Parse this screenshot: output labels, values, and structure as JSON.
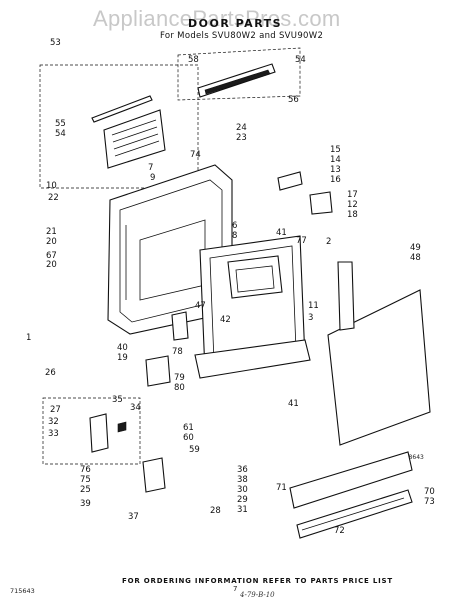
{
  "watermark": "AppliancePartsPros.com",
  "header": {
    "title": "DOOR PARTS",
    "subtitle": "For Models SVU80W2 and SVU90W2"
  },
  "diagram_code": "DW8643",
  "footer": {
    "instruction": "FOR ORDERING INFORMATION REFER TO PARTS PRICE LIST",
    "left_code": "715643",
    "page_number": "7",
    "handwritten": "4-79-B-10"
  },
  "callouts": [
    "53",
    "58",
    "54",
    "56",
    "55",
    "54",
    "24",
    "23",
    "74",
    "7",
    "9",
    "15",
    "14",
    "13",
    "16",
    "10",
    "22",
    "21",
    "20",
    "67",
    "20",
    "6",
    "8",
    "17",
    "12",
    "18",
    "41",
    "77",
    "2",
    "49",
    "48",
    "1",
    "11",
    "47",
    "42",
    "3",
    "40",
    "19",
    "78",
    "79",
    "80",
    "26",
    "41",
    "27",
    "35",
    "32",
    "34",
    "33",
    "61",
    "60",
    "59",
    "76",
    "75",
    "25",
    "39",
    "37",
    "36",
    "38",
    "30",
    "29",
    "31",
    "28",
    "71",
    "70",
    "73",
    "72"
  ]
}
